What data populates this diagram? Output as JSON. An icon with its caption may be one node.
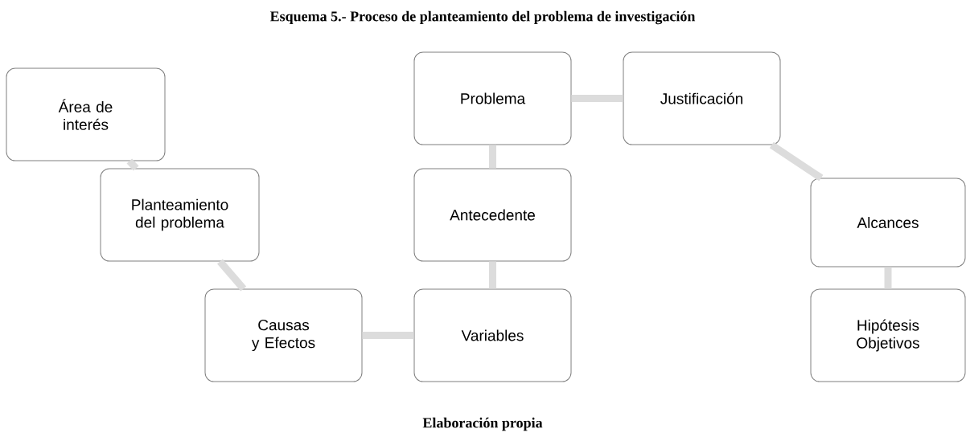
{
  "diagram": {
    "title": "Esquema 5.- Proceso de planteamiento del problema de investigación",
    "caption": "Elaboración propia",
    "nodes": [
      {
        "text": [
          "Área de interés"
        ]
      },
      {
        "text": [
          "Planteamiento del problema"
        ]
      },
      {
        "text": [
          "Causas y Efectos"
        ]
      },
      {
        "text": [
          "Variables"
        ]
      },
      {
        "text": [
          "Antecedente"
        ]
      },
      {
        "text": [
          "Problema"
        ]
      },
      {
        "text": [
          "Justificación"
        ]
      },
      {
        "text": [
          "Alcances"
        ]
      },
      {
        "text": [
          "Hipótesis Objetivos"
        ]
      }
    ],
    "edges": [
      {
        "from": 0,
        "to": 1,
        "arrow": "none"
      },
      {
        "from": 1,
        "to": 2,
        "arrow": "none"
      },
      {
        "from": 2,
        "to": 3,
        "arrow": "none"
      },
      {
        "from": 3,
        "to": 4,
        "arrow": "none"
      },
      {
        "from": 4,
        "to": 5,
        "arrow": "none"
      },
      {
        "from": 5,
        "to": 6,
        "arrow": "none"
      },
      {
        "from": 6,
        "to": 7,
        "arrow": "none"
      },
      {
        "from": 7,
        "to": 8,
        "arrow": "none"
      }
    ]
  }
}
